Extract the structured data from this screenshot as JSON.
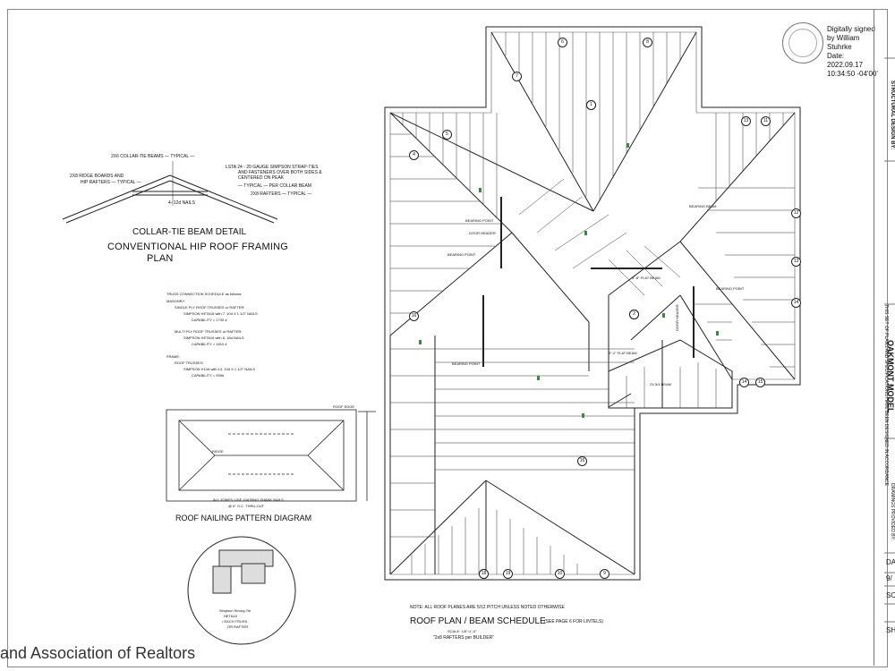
{
  "signature": {
    "line1": "Digitally signed",
    "line2": "by William",
    "line3": "Stuhrke",
    "line4": "Date:",
    "line5": "2022.09.17",
    "line6": "10:34:50 -04'00'"
  },
  "collar_detail": {
    "label_collar": "2X6 COLLAR-TIE BEAMS  — TYPICAL —",
    "label_ridge": "2X8 RIDGE BOARDS AND",
    "label_hip": "HIP RAFTERS  — TYPICAL —",
    "label_lsta": "LSTA 24 - 20 GAUGE SIMPSON STRAP-TIES",
    "label_lsta2": "AND FASTENERS OVER BOTH SIDES &",
    "label_lsta3": "CENTERED ON PEAK",
    "label_lsta4": "— TYPICAL — PER COLLAR BEAM",
    "label_rafters": "2X8     RAFTERS  — TYPICAL —",
    "label_nails": "4- 12d NAILS",
    "title": "COLLAR-TIE BEAM DETAIL"
  },
  "plan_title": {
    "line1": "CONVENTIONAL HIP ROOF FRAMING",
    "line2": "PLAN"
  },
  "truss_schedule": {
    "l1": "TRUSS CONNECTION SCHEDULE as follows:",
    "l2": "MASONRY:",
    "l3": "SINGLE PLY ROOF TRUSSES or RAFTER:",
    "l4": "SIMPSON HETA16 with 7, 10d X 1 1/2\" NAILS",
    "l5": "CAPABILITY = 1730 #",
    "l6": "MULTI PLY ROOF TRUSSES or RAFTER:",
    "l7": "SIMPSON HETA16 with 8, 16d NAILS",
    "l8": "CAPABILITY = 1810 #",
    "l9": "FRAME:",
    "l10": "ROOF TRUSSES:",
    "l11": "SIMPSON H10A with 14, 10d X 1 1/2\" NAILS",
    "l12": "CAPABILITY = 995#"
  },
  "nailing": {
    "roof_edge": "ROOF EDGE",
    "ridge": "RIDGE",
    "zones1": "ALL ZONES: USE 10d RING SHANK NAILS",
    "zones2": "@ 6\" O.C. THRU-OUT",
    "title": "ROOF NAILING PATTERN DIAGRAM"
  },
  "hanger": {
    "l1": "Simpson Strong-Tie",
    "l2": "HETA16",
    "l3": "• EACH TRUSS",
    "l4": "OR RAFTER"
  },
  "roof_plan": {
    "note": "NOTE: ALL ROOF PLANES ARE 5/12 PITCH UNLESS NOTED OTHERWISE",
    "title": "ROOF PLAN / BEAM SCHEDULE",
    "title_note": "(SEE PAGE 6 FOR LINTELS)",
    "scale": "SCALE: 1/8\"=1'-0\"",
    "rafters": "\"2x8 RAFTERS per BUILDER\"",
    "bearing1": "BEARING POINT",
    "door_header": "DOOR HEADER",
    "bearing2": "BEARING POINT",
    "bearing_beam": "BEARING BEAM",
    "flat_beam1": "4\"-8\" FLAT BEAM",
    "bearing3": "BEARING POINT",
    "door_header2": "DOOR HEADER",
    "bearing4": "BEARING POINT",
    "flat_beam2": "5\"-2\" FLAT BEAM",
    "beam3": "2X 5/4 BEAM"
  },
  "side": {
    "model": "OAKMONT MODEL",
    "design": "STRUCTURAL DESIGN BY:",
    "drawings": "DRAWINGS PROVIDED BY:",
    "cert": "THIS SET OF PLANS AND SPECIFICATIONS HAVE BEEN DESIGNED IN ACCORDANCE",
    "d1": "DA",
    "d2": "9/",
    "d3": "SC",
    "d4": "SH"
  },
  "watermark": "and Association of Realtors",
  "circle_numbers": [
    "6",
    "5",
    "7",
    "8",
    "4",
    "5",
    "1",
    "13",
    "12",
    "13",
    "11",
    "14",
    "15",
    "14",
    "16",
    "16",
    "17",
    "2",
    "3",
    "10",
    "9",
    "18",
    "19"
  ]
}
